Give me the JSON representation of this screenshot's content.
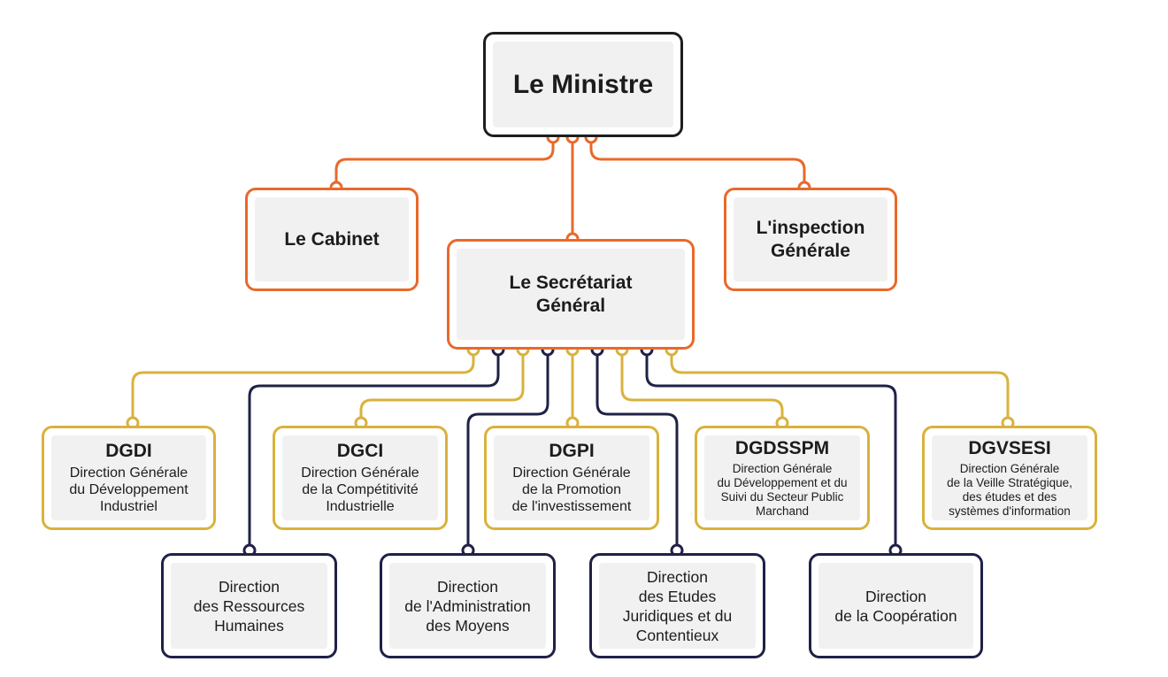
{
  "colors": {
    "minister": "#1e1e1e",
    "orange": "#e8692a",
    "gold": "#d9b23d",
    "navy": "#1f2147"
  },
  "minister": {
    "label": "Le Ministre"
  },
  "cabinet": {
    "label": "Le Cabinet"
  },
  "inspection": {
    "label": "L'inspection\nGénérale"
  },
  "secretariat": {
    "label": "Le Secrétariat\nGénéral"
  },
  "dg": [
    {
      "code": "DGDI",
      "desc": "Direction Générale\ndu Développement\nIndustriel"
    },
    {
      "code": "DGCI",
      "desc": "Direction Générale\nde la Compétitivité\nIndustrielle"
    },
    {
      "code": "DGPI",
      "desc": "Direction Générale\nde la Promotion\nde l'investissement"
    },
    {
      "code": "DGDSSPM",
      "desc": "Direction Générale\ndu Développement et du\nSuivi du Secteur Public\nMarchand"
    },
    {
      "code": "DGVSESI",
      "desc": "Direction Générale\nde la Veille Stratégique,\ndes études et des\nsystèmes d'information"
    }
  ],
  "directions": [
    {
      "label": "Direction\ndes Ressources\nHumaines"
    },
    {
      "label": "Direction\nde l'Administration\ndes Moyens"
    },
    {
      "label": "Direction\ndes Etudes\nJuridiques et du\nContentieux"
    },
    {
      "label": "Direction\nde la Coopération"
    }
  ]
}
